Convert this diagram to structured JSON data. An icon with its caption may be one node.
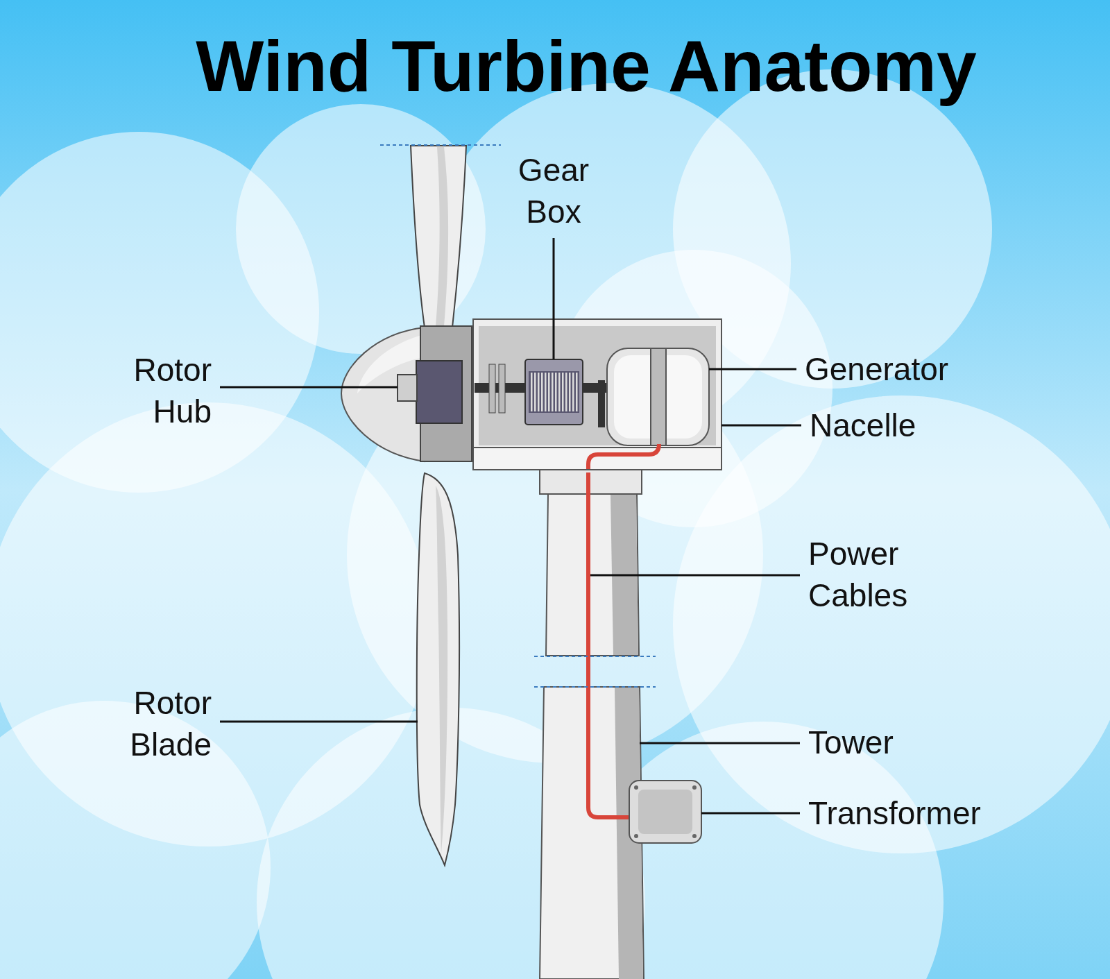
{
  "diagram": {
    "title": "Wind Turbine Anatomy",
    "nodes": [
      {
        "text": [
          "Gear Box"
        ]
      },
      {
        "text": [
          "Rotor Hub"
        ]
      },
      {
        "text": [],
        "shape": "picture"
      },
      {
        "text": [],
        "shape": "picture",
        "in": 2
      },
      {
        "text": [],
        "shape": "picture"
      },
      {
        "text": [
          "Generator"
        ]
      },
      {
        "text": [],
        "shape": "picture",
        "in": 2
      },
      {
        "text": [
          "Nacelle"
        ]
      },
      {
        "text": [
          "Power Cables"
        ]
      },
      {
        "text": [],
        "shape": "picture"
      },
      {
        "text": [
          "Rotor Blade"
        ]
      },
      {
        "text": [],
        "shape": "picture"
      },
      {
        "text": [
          "Tower"
        ]
      },
      {
        "text": [],
        "shape": "picture"
      },
      {
        "text": [
          "Transformer"
        ]
      },
      {
        "text": [],
        "shape": "picture"
      },
      {
        "text": [],
        "shape": "picture"
      }
    ],
    "edges": [
      {
        "from": 0,
        "to": 3,
        "arrow": "none"
      },
      {
        "from": 1,
        "to": 4,
        "arrow": "none"
      },
      {
        "from": 5,
        "to": 6,
        "arrow": "none"
      },
      {
        "from": 7,
        "to": 2,
        "arrow": "none"
      },
      {
        "from": 8,
        "to": 9,
        "arrow": "none"
      },
      {
        "from": 10,
        "to": 11,
        "arrow": "none"
      },
      {
        "from": 12,
        "to": 13,
        "arrow": "none"
      },
      {
        "from": 14,
        "to": 15,
        "arrow": "none"
      }
    ]
  }
}
